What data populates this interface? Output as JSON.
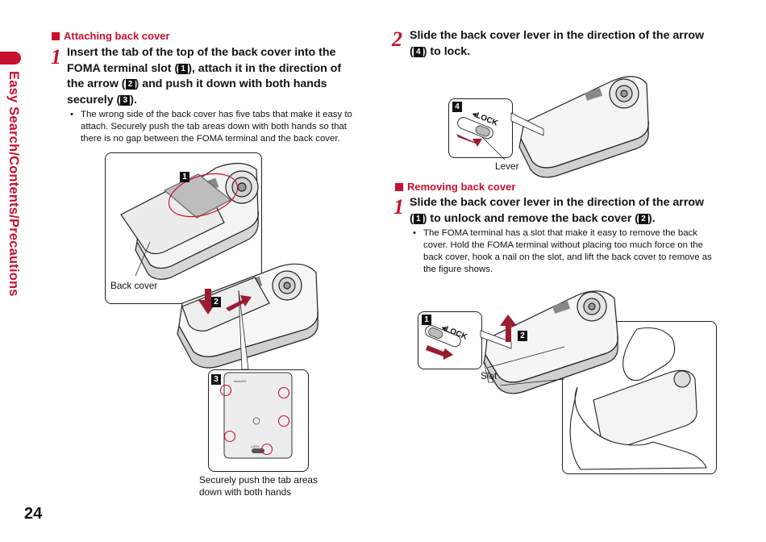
{
  "side": {
    "title": "Easy Search/Contents/Precautions"
  },
  "page": {
    "number": "24"
  },
  "attach": {
    "heading": "Attaching back cover",
    "step1": {
      "num": "1",
      "l1": "Insert the tab of the top of the back cover into the",
      "l2a": "FOMA terminal slot (",
      "b1": "1",
      "l2b": "), attach it in the direction of",
      "l3a": "the arrow (",
      "b2": "2",
      "l3b": ") and push it down with both hands",
      "l4a": "securely (",
      "b3": "3",
      "l4b": ").",
      "bullet": "The wrong side of the back cover has five tabs that make it easy to attach. Securely push the tab areas down with both hands so that there is no gap between the FOMA terminal and the back cover."
    },
    "fig": {
      "n1": "1",
      "n2": "2",
      "n3": "3",
      "back_cover": "Back cover",
      "card_label": "microSD",
      "lock_label": "LOCK",
      "caption_l1": "Securely push the tab areas",
      "caption_l2": "down with both hands"
    },
    "step2": {
      "num": "2",
      "l1": "Slide the back cover lever in the direction of the arrow",
      "l2a": "(",
      "b4": "4",
      "l2b": ") to lock.",
      "n4": "4",
      "lock": "LOCK",
      "lever": "Lever"
    }
  },
  "remove": {
    "heading": "Removing back cover",
    "step1": {
      "num": "1",
      "l1": "Slide the back cover lever in the direction of the arrow",
      "l2a": "(",
      "b1": "1",
      "l2b": ") to unlock and remove the back cover (",
      "b2": "2",
      "l2c": ").",
      "bullet": "The FOMA terminal has a slot that make it easy to remove the back cover. Hold the FOMA terminal without placing too much force on the back cover, hook a nail on the slot, and lift the back cover to remove as the figure shows."
    },
    "fig": {
      "n1": "1",
      "n2": "2",
      "lock": "LOCK",
      "slot": "Slot"
    }
  },
  "colors": {
    "accent": "#c8102e",
    "arrow": "#9b1b30"
  }
}
